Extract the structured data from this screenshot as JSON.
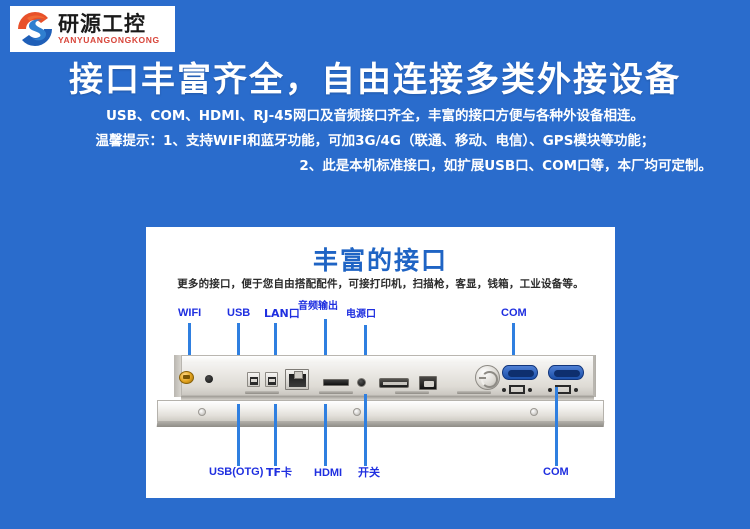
{
  "brand": {
    "logo_cn": "研源工控",
    "logo_en": "YANYUANGONGKONG",
    "logo_icon": "swirl-s-logo",
    "logo_bg": "#ffffff",
    "logo_text_color": "#1a1a1a",
    "logo_en_color": "#d8453a"
  },
  "colors": {
    "page_background": "#2a6ccc",
    "headline": "#ffffff",
    "panel_background": "#ffffff",
    "panel_title": "#1f64c4",
    "callout_text": "#1f2fe0",
    "leader_line": "#2f7fe0"
  },
  "headline": "接口丰富齐全，自由连接多类外接设备",
  "description": {
    "line1": "USB、COM、HDMI、RJ-45网口及音频接口齐全，丰富的接口方便与各种外设备相连。",
    "line2": "温馨提示：1、支持WIFI和蓝牙功能，可加3G/4G（联通、移动、电信）、GPS模块等功能；",
    "line3": "2、此是本机标准接口，如扩展USB口、COM口等，本厂均可定制。"
  },
  "panel": {
    "title": "丰富的接口",
    "subtitle": "更多的接口，便于您自由搭配配件，可接打印机，扫描枪，客显，钱箱，工业设备等。"
  },
  "callouts_top": [
    {
      "label": "WIFI",
      "name": "callout-wifi"
    },
    {
      "label": "USB",
      "name": "callout-usb"
    },
    {
      "label": "LAN口",
      "name": "callout-lan"
    },
    {
      "label": "音频输出",
      "name": "callout-audio-out"
    },
    {
      "label": "电源口",
      "name": "callout-power"
    },
    {
      "label": "COM",
      "name": "callout-com-top"
    }
  ],
  "callouts_bottom": [
    {
      "label": "USB(OTG)",
      "name": "callout-usb-otg"
    },
    {
      "label": "TF卡",
      "name": "callout-tf-card"
    },
    {
      "label": "HDMI",
      "name": "callout-hdmi"
    },
    {
      "label": "开关",
      "name": "callout-power-switch"
    },
    {
      "label": "COM",
      "name": "callout-com-bottom"
    }
  ],
  "device": {
    "ports": [
      "antenna-connector",
      "usb-port-1",
      "usb-port-2",
      "rj45-lan-port",
      "tf-card-slot",
      "audio-jack",
      "hdmi-port",
      "dc-power-jack",
      "power-button",
      "com-serial-port-1",
      "com-serial-port-2"
    ]
  }
}
